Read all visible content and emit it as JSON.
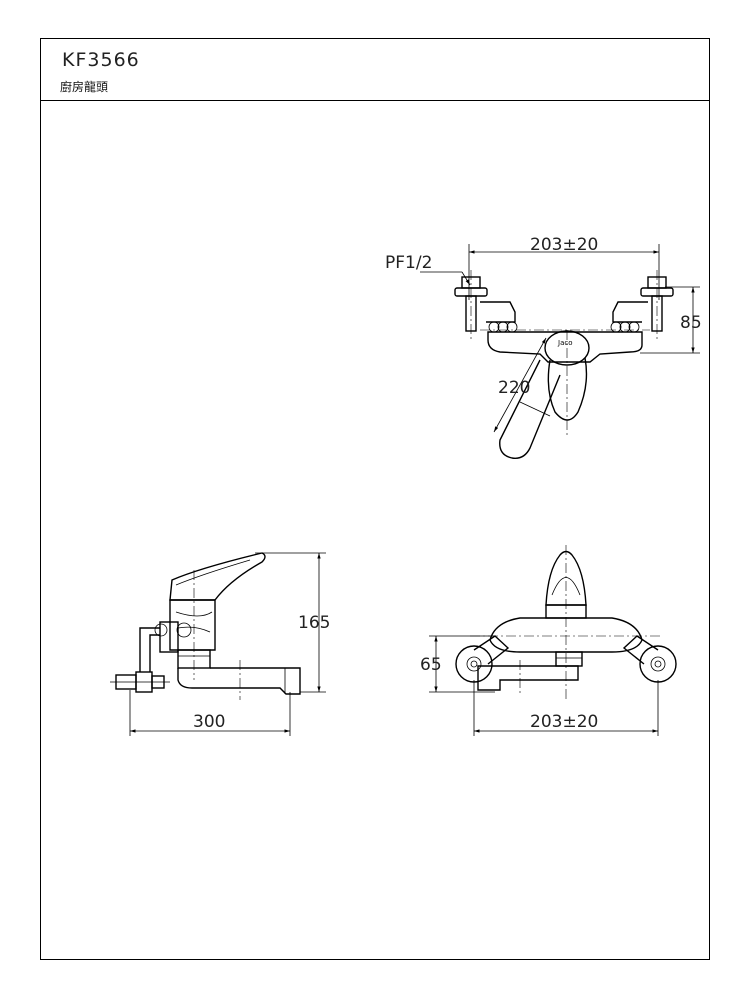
{
  "header": {
    "model": "KF3566",
    "subtitle": "廚房龍頭"
  },
  "dimensions": {
    "top_pf": "PF1/2",
    "top_width": "203±20",
    "top_height": "85",
    "top_spout": "220",
    "side_height": "165",
    "side_length": "300",
    "front_height": "65",
    "front_width": "203±20"
  },
  "brand_mark": "Jaco"
}
